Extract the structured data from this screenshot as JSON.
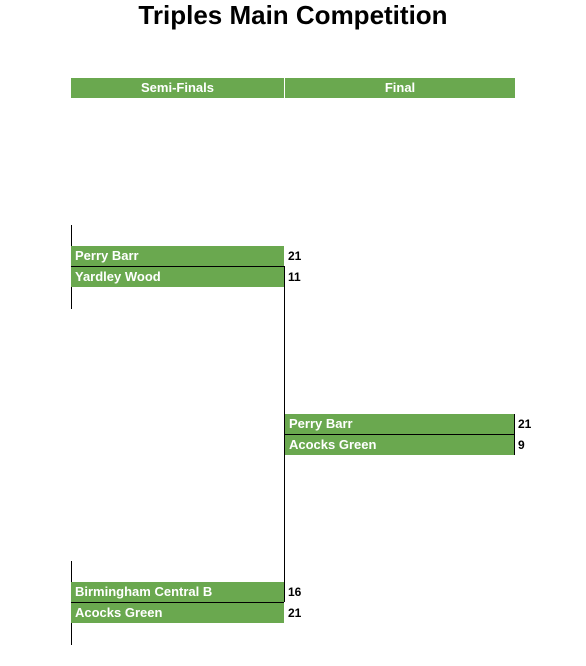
{
  "title": "Triples Main Competition",
  "rounds": [
    {
      "label": "Semi-Finals"
    },
    {
      "label": "Final"
    }
  ],
  "semi_finals": [
    {
      "team1": "Perry Barr",
      "score1": "21",
      "team2": "Yardley Wood",
      "score2": "11"
    },
    {
      "team1": "Birmingham Central B",
      "score1": "16",
      "team2": "Acocks Green",
      "score2": "21"
    }
  ],
  "final": {
    "team1": "Perry Barr",
    "score1": "21",
    "team2": "Acocks Green",
    "score2": "9"
  },
  "colors": {
    "header_bg": "#6aa84f",
    "team_bg": "#6aa84f",
    "text_on_green": "#ffffff"
  }
}
